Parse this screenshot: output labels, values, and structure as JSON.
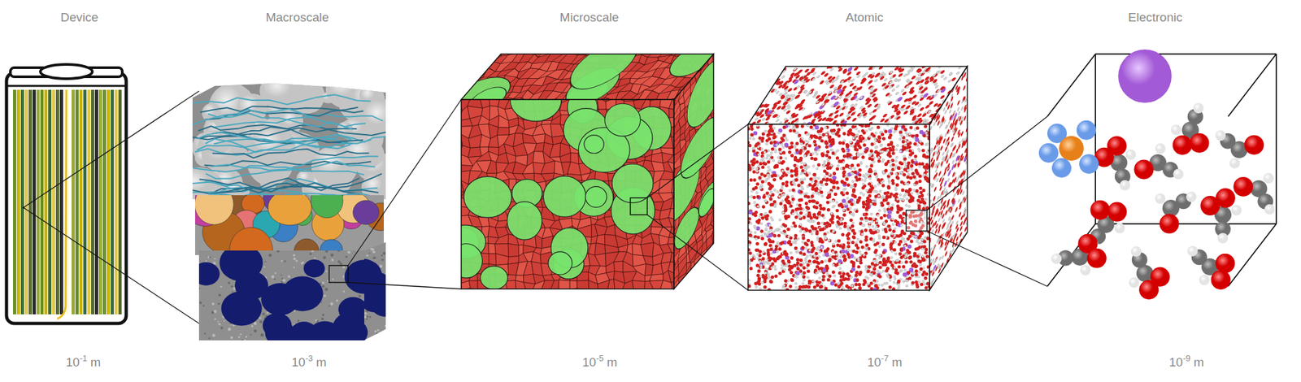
{
  "diagram": {
    "labels": [
      "Device",
      "Macroscale",
      "Microscale",
      "Atomic",
      "Electronic",
      "10",
      "-1",
      "m",
      "10",
      "-3",
      "m",
      "10",
      "-5",
      "m",
      "10",
      "-7",
      "m",
      "10",
      "-9",
      "m"
    ]
  }
}
